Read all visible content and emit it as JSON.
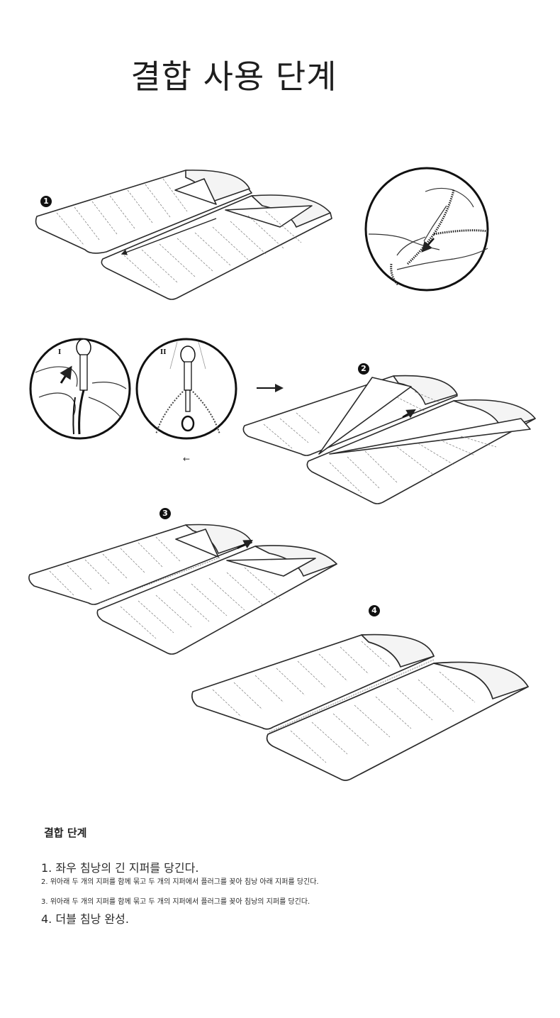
{
  "page": {
    "title": "결합 사용 단계"
  },
  "figure": {
    "step_badges": [
      "1",
      "2",
      "3",
      "4"
    ],
    "roman_labels": [
      "I",
      "II"
    ],
    "small_arrow": "←"
  },
  "instructions": {
    "heading": "결합 단계",
    "steps": [
      "1. 좌우 침낭의 긴 지퍼를 당긴다.",
      "2. 위아래 두 개의 지퍼를 함께 묶고 두 개의 지퍼에서 플러그를 꽂아 침낭 아래 지퍼를 당긴다.",
      "3. 위아래 두 개의 지퍼를 함께 묶고 두 개의 지퍼에서 플러그를 꽂아 침낭의 지퍼를 당긴다.",
      "4. 더블 침낭 완성."
    ]
  },
  "colors": {
    "line": "#2a2a2a",
    "badge": "#111111",
    "background": "#ffffff"
  }
}
